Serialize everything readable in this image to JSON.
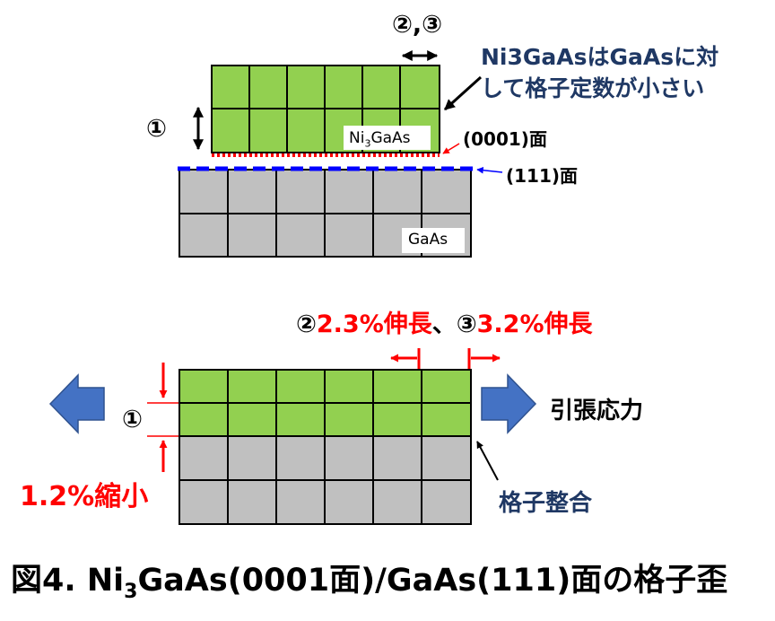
{
  "top_figure": {
    "dim_23_label": "②,③",
    "dim_1_label": "①",
    "annotation_line1": "Ni3GaAsはGaAsに対",
    "annotation_line2": "して格子定数が小さい",
    "ni3gaas_label_base": "Ni",
    "ni3gaas_label_sub": "3",
    "ni3gaas_label_tail": "GaAs",
    "plane_0001_label": "(0001)面",
    "plane_111_label": "(111)面",
    "gaas_label": "GaAs"
  },
  "bottom_figure": {
    "strain_circle2": "②",
    "strain_23_value": "2.3%伸長",
    "strain_sep": "、",
    "strain_circle3": "③",
    "strain_32_value": "3.2%伸長",
    "dim_1_label": "①",
    "shrink_label": "1.2%縮小",
    "tensile_label": "引張応力",
    "lattice_match_label": "格子整合"
  },
  "caption": {
    "prefix": "図4. Ni",
    "sub": "3",
    "suffix": "GaAs(0001面)/GaAs(111)面の格子歪"
  },
  "colors": {
    "ni3gaas_fill": "#92d050",
    "gaas_fill": "#c0c0c0",
    "dark_blue_text": "#1f3864",
    "red_text": "#ff0000",
    "arrow_blue": "#4472c4",
    "dashed_blue": "#0000ff",
    "dotted_red": "#ff0000"
  }
}
